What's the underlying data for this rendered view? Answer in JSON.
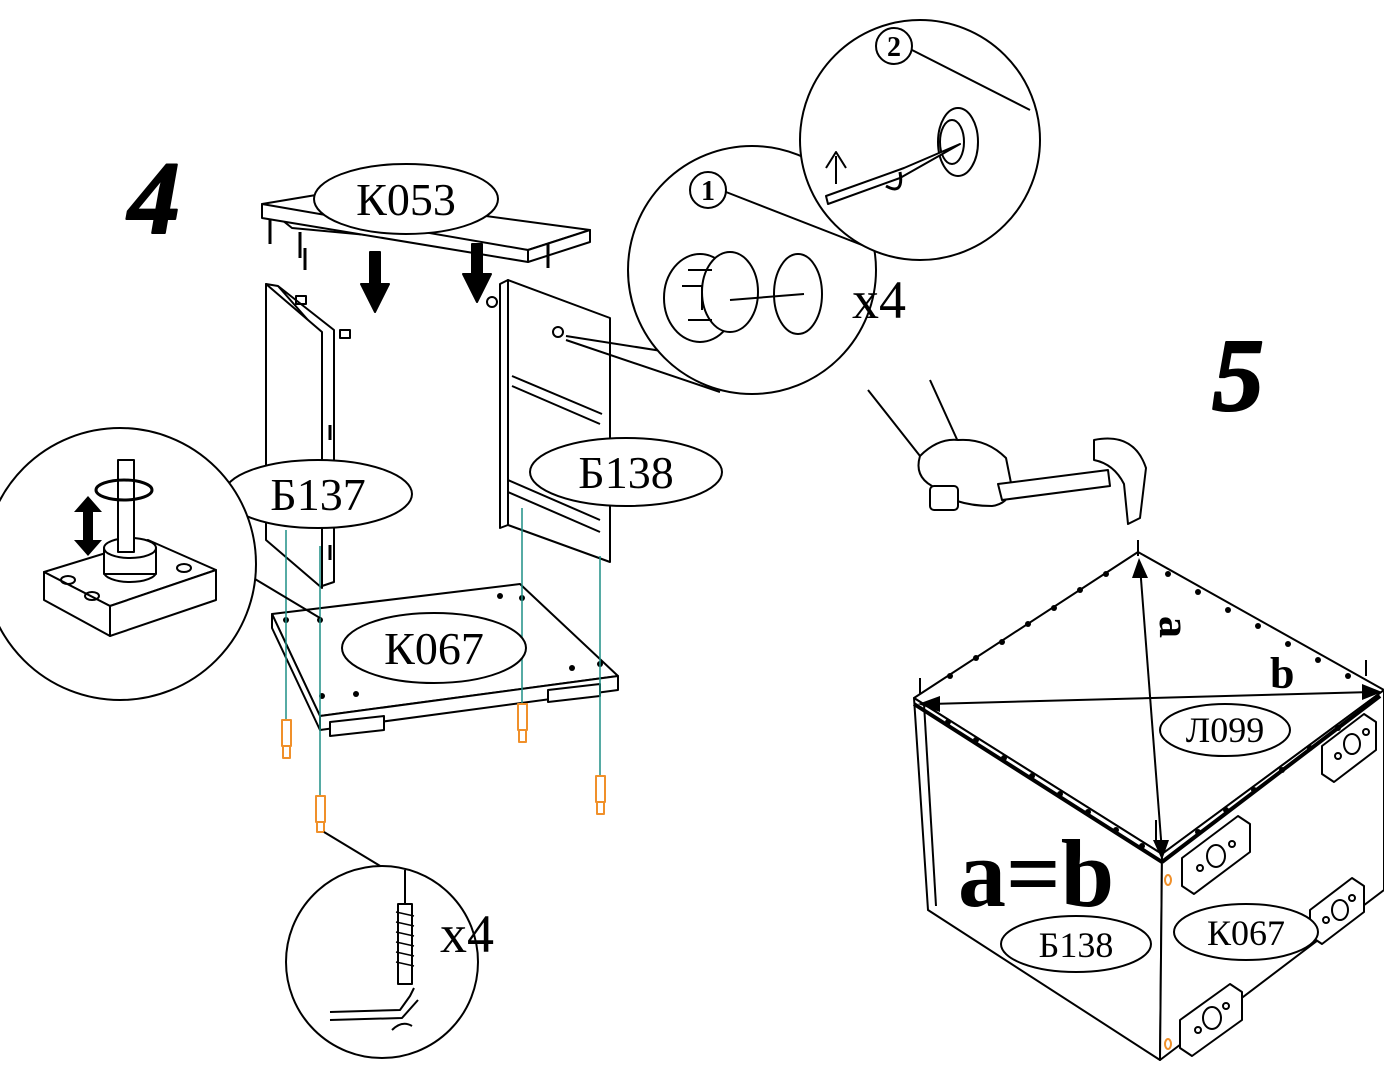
{
  "steps": {
    "step4": "4",
    "step5": "5"
  },
  "labels": {
    "top_panel": "К053",
    "left_side": "Б137",
    "right_side": "Б138",
    "bottom_panel": "К067",
    "back_panel": "Л099",
    "right_side_assembled": "Б138",
    "bottom_panel_assembled": "К067"
  },
  "callouts": {
    "cam_step1": "1",
    "cam_step2": "2",
    "cam_qty": "x4",
    "leg_qty": "x4"
  },
  "diagonal": {
    "a": "a",
    "b": "b",
    "rule": "a=b"
  },
  "colors": {
    "line": "#000000",
    "dowel": "#f0902a",
    "guide": "#1f8f86"
  }
}
